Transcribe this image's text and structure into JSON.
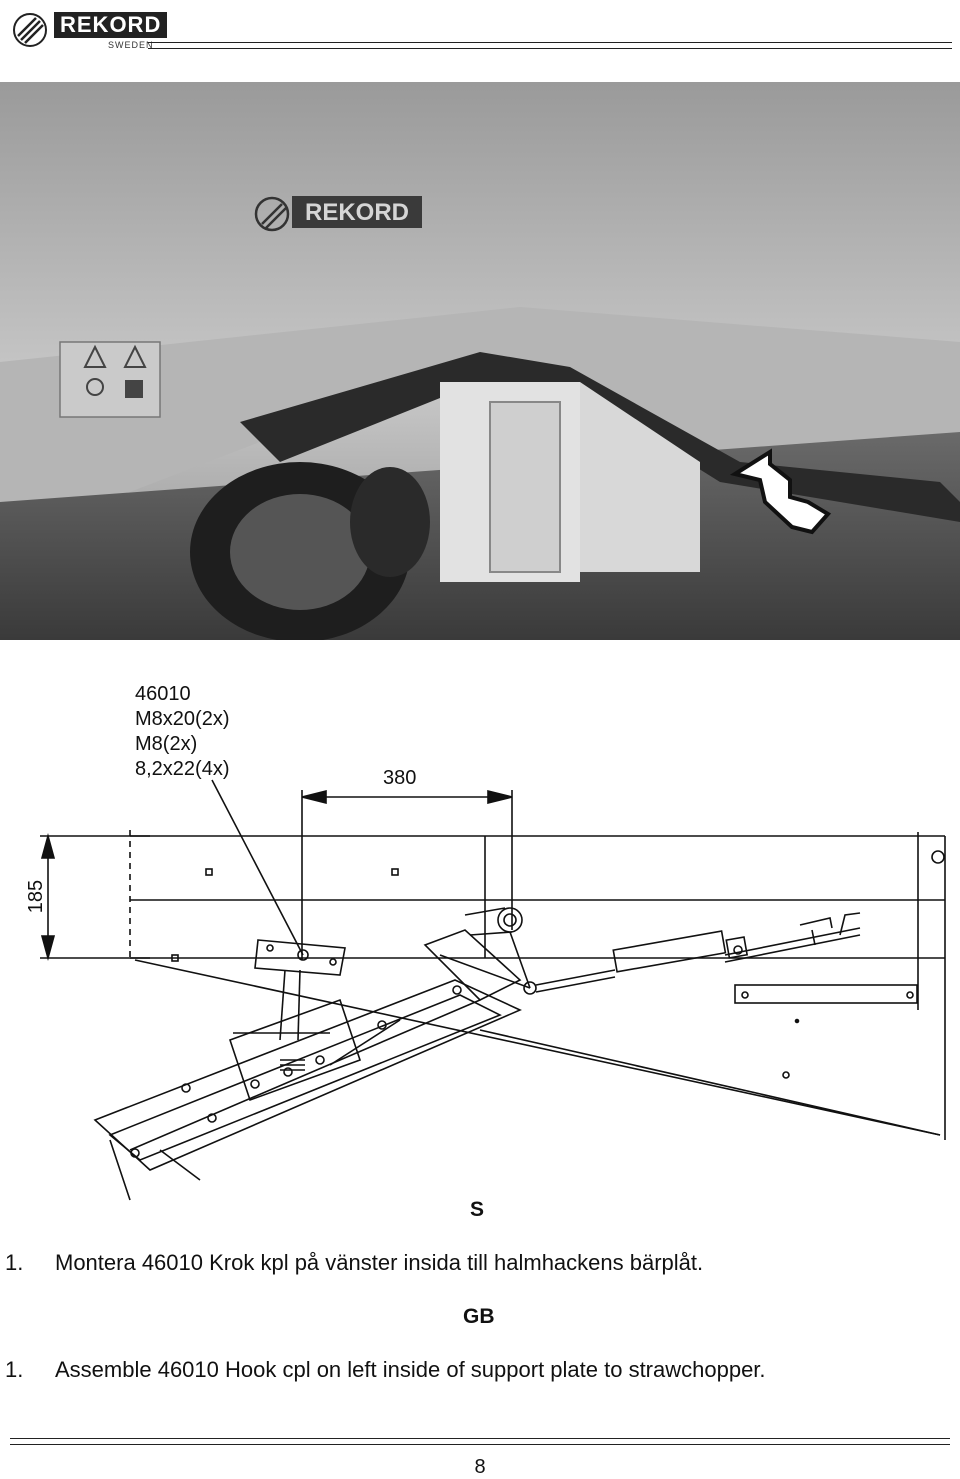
{
  "header": {
    "logo_text": "REKORD",
    "logo_sub": "SWEDEN"
  },
  "photo": {
    "sign_text": "REKORD"
  },
  "drawing": {
    "part_lines": [
      "46010",
      "M8x20(2x)",
      "M8(2x)",
      "8,2x22(4x)"
    ],
    "dim_horizontal": "380",
    "dim_vertical": "185"
  },
  "sections": [
    {
      "heading": "S",
      "number": "1.",
      "text": "Montera 46010 Krok kpl på vänster insida till halmhackens bärplåt."
    },
    {
      "heading": "GB",
      "number": "1.",
      "text": "Assemble 46010 Hook cpl on left inside of support plate to strawchopper."
    }
  ],
  "footer": {
    "page_number": "8"
  }
}
